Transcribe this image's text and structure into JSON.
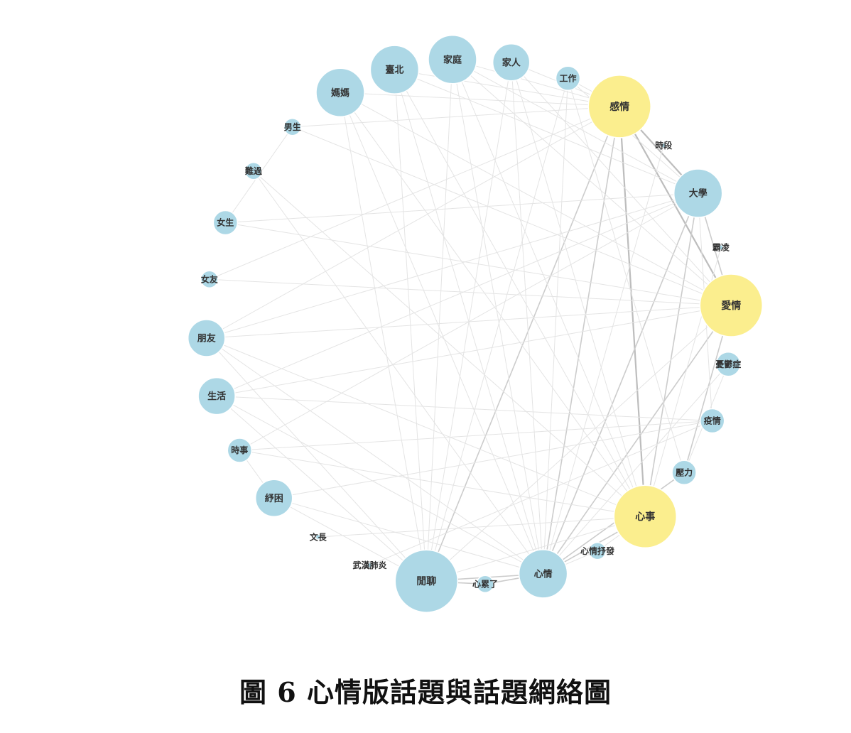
{
  "caption": "圖 6 心情版話題與話題網絡圖",
  "colors": {
    "blue": "#add8e6",
    "yellow": "#fbee8e",
    "edge": "#d0d0d0",
    "node_stroke": "#ffffff"
  },
  "nodes": [
    {
      "id": "感情",
      "label": "感情",
      "color": "yellow",
      "size": 5
    },
    {
      "id": "時段",
      "label": "時段",
      "color": "blue",
      "size": 0
    },
    {
      "id": "大學",
      "label": "大學",
      "color": "blue",
      "size": 4
    },
    {
      "id": "霸凌",
      "label": "霸凌",
      "color": "blue",
      "size": 0
    },
    {
      "id": "愛情",
      "label": "愛情",
      "color": "yellow",
      "size": 5
    },
    {
      "id": "憂鬱症",
      "label": "憂鬱症",
      "color": "blue",
      "size": 2
    },
    {
      "id": "疫情",
      "label": "疫情",
      "color": "blue",
      "size": 2
    },
    {
      "id": "壓力",
      "label": "壓力",
      "color": "blue",
      "size": 2
    },
    {
      "id": "心事",
      "label": "心事",
      "color": "yellow",
      "size": 5
    },
    {
      "id": "心情抒發",
      "label": "心情抒發",
      "color": "blue",
      "size": 1
    },
    {
      "id": "心情",
      "label": "心情",
      "color": "blue",
      "size": 4
    },
    {
      "id": "心累了",
      "label": "心累了",
      "color": "blue",
      "size": 1
    },
    {
      "id": "閒聊",
      "label": "閒聊",
      "color": "blue",
      "size": 5
    },
    {
      "id": "武漢肺炎",
      "label": "武漢肺炎",
      "color": "blue",
      "size": 0
    },
    {
      "id": "文長",
      "label": "文長",
      "color": "blue",
      "size": 0
    },
    {
      "id": "紓困",
      "label": "紓困",
      "color": "blue",
      "size": 3
    },
    {
      "id": "時事",
      "label": "時事",
      "color": "blue",
      "size": 2
    },
    {
      "id": "生活",
      "label": "生活",
      "color": "blue",
      "size": 3
    },
    {
      "id": "朋友",
      "label": "朋友",
      "color": "blue",
      "size": 3
    },
    {
      "id": "女友",
      "label": "女友",
      "color": "blue",
      "size": 1
    },
    {
      "id": "女生",
      "label": "女生",
      "color": "blue",
      "size": 2
    },
    {
      "id": "難過",
      "label": "難過",
      "color": "blue",
      "size": 1
    },
    {
      "id": "男生",
      "label": "男生",
      "color": "blue",
      "size": 1
    },
    {
      "id": "媽媽",
      "label": "媽媽",
      "color": "blue",
      "size": 4
    },
    {
      "id": "臺北",
      "label": "臺北",
      "color": "blue",
      "size": 4
    },
    {
      "id": "家庭",
      "label": "家庭",
      "color": "blue",
      "size": 4
    },
    {
      "id": "家人",
      "label": "家人",
      "color": "blue",
      "size": 3
    },
    {
      "id": "工作",
      "label": "工作",
      "color": "blue",
      "size": 2
    }
  ],
  "edges": [
    [
      "感情",
      "大學",
      3
    ],
    [
      "感情",
      "愛情",
      3
    ],
    [
      "感情",
      "心事",
      3
    ],
    [
      "感情",
      "閒聊",
      2
    ],
    [
      "感情",
      "心情",
      2
    ],
    [
      "大學",
      "心情",
      2
    ],
    [
      "大學",
      "心事",
      2
    ],
    [
      "大學",
      "愛情",
      2
    ],
    [
      "愛情",
      "壓力",
      2
    ],
    [
      "愛情",
      "心情",
      2
    ],
    [
      "心事",
      "心情",
      2
    ],
    [
      "心情",
      "閒聊",
      2
    ],
    [
      "閒聊",
      "心累了",
      2
    ],
    [
      "心累了",
      "心情",
      2
    ],
    [
      "壓力",
      "心情",
      2
    ],
    [
      "憂鬱症",
      "心情",
      1
    ],
    [
      "心事",
      "閒聊",
      1
    ],
    [
      "愛情",
      "閒聊",
      1
    ],
    [
      "憂鬱症",
      "壓力",
      1
    ],
    [
      "心情抒發",
      "心情",
      1
    ],
    [
      "感情",
      "朋友",
      1
    ],
    [
      "感情",
      "媽媽",
      1
    ],
    [
      "感情",
      "家庭",
      1
    ],
    [
      "感情",
      "臺北",
      1
    ],
    [
      "感情",
      "工作",
      1
    ],
    [
      "感情",
      "家人",
      1
    ],
    [
      "家庭",
      "心情",
      1
    ],
    [
      "家庭",
      "閒聊",
      1
    ],
    [
      "家庭",
      "愛情",
      1
    ],
    [
      "家庭",
      "心事",
      1
    ],
    [
      "家庭",
      "大學",
      1
    ],
    [
      "媽媽",
      "心情",
      1
    ],
    [
      "媽媽",
      "閒聊",
      1
    ],
    [
      "媽媽",
      "心事",
      1
    ],
    [
      "媽媽",
      "愛情",
      1
    ],
    [
      "臺北",
      "心情",
      1
    ],
    [
      "臺北",
      "閒聊",
      1
    ],
    [
      "臺北",
      "大學",
      1
    ],
    [
      "臺北",
      "心事",
      1
    ],
    [
      "家人",
      "心情",
      1
    ],
    [
      "家人",
      "心事",
      1
    ],
    [
      "家人",
      "閒聊",
      1
    ],
    [
      "家人",
      "愛情",
      1
    ],
    [
      "工作",
      "心情",
      1
    ],
    [
      "工作",
      "閒聊",
      1
    ],
    [
      "工作",
      "壓力",
      1
    ],
    [
      "工作",
      "大學",
      1
    ],
    [
      "朋友",
      "心情",
      1
    ],
    [
      "朋友",
      "愛情",
      1
    ],
    [
      "朋友",
      "心事",
      1
    ],
    [
      "朋友",
      "大學",
      1
    ],
    [
      "朋友",
      "閒聊",
      1
    ],
    [
      "生活",
      "心情",
      1
    ],
    [
      "生活",
      "大學",
      1
    ],
    [
      "生活",
      "閒聊",
      1
    ],
    [
      "生活",
      "愛情",
      1
    ],
    [
      "紓困",
      "心情",
      1
    ],
    [
      "紓困",
      "疫情",
      1
    ],
    [
      "紓困",
      "時事",
      1
    ],
    [
      "紓困",
      "閒聊",
      1
    ],
    [
      "時事",
      "疫情",
      1
    ],
    [
      "時事",
      "心事",
      1
    ],
    [
      "時事",
      "大學",
      1
    ],
    [
      "女生",
      "男生",
      1
    ],
    [
      "女生",
      "愛情",
      1
    ],
    [
      "女生",
      "大學",
      1
    ],
    [
      "女友",
      "愛情",
      1
    ],
    [
      "女友",
      "感情",
      1
    ],
    [
      "難過",
      "心情",
      1
    ],
    [
      "難過",
      "心事",
      1
    ],
    [
      "男生",
      "愛情",
      1
    ],
    [
      "男生",
      "感情",
      1
    ],
    [
      "武漢肺炎",
      "疫情",
      1
    ],
    [
      "文長",
      "心事",
      1
    ],
    [
      "霸凌",
      "心事",
      1
    ],
    [
      "時段",
      "心情",
      1
    ],
    [
      "疫情",
      "大學",
      1
    ],
    [
      "疫情",
      "生活",
      1
    ],
    [
      "心情抒發",
      "心事",
      1
    ]
  ]
}
